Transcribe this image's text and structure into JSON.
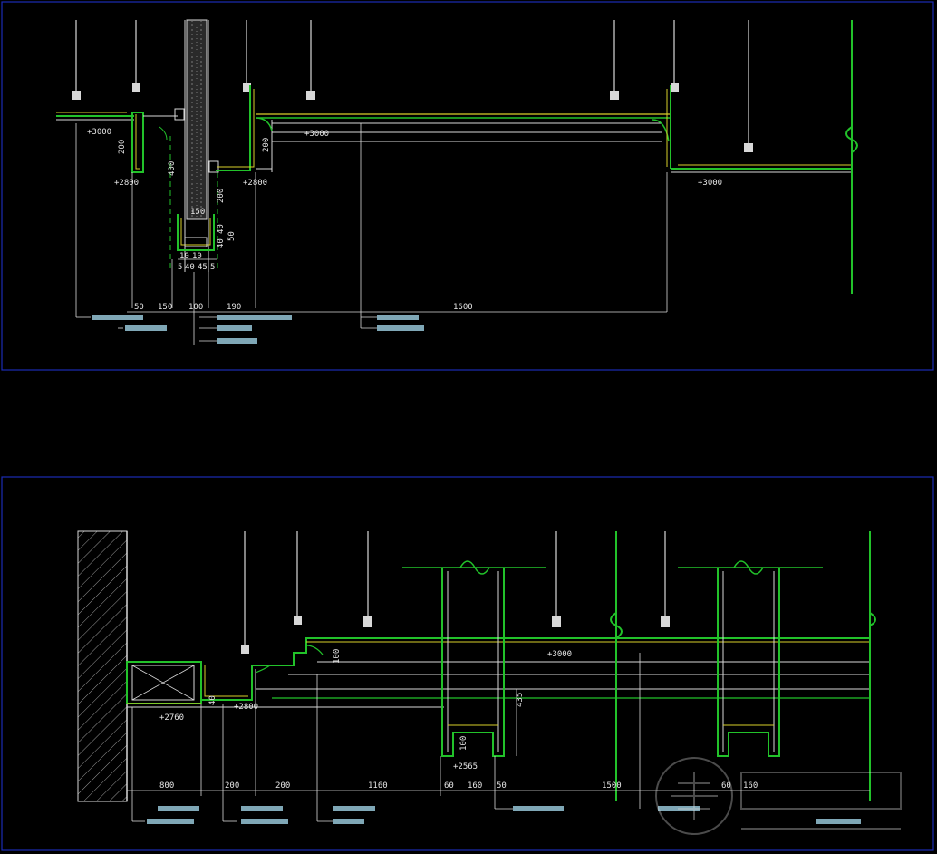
{
  "colors": {
    "background": "#000000",
    "frame": "#1c2cb4",
    "line": "#d8d8d8",
    "structure": "#22c22a",
    "accent": "#d9d02a",
    "label_bar": "#7fa7b6",
    "hatch": "#9a9a9a",
    "text": "#e6e6e6"
  },
  "top_section": {
    "elevations": [
      "+3000",
      "+2800",
      "+2800",
      "+3000",
      "+3000"
    ],
    "dimensions": [
      "200",
      "400",
      "200",
      "200",
      "150",
      "40",
      "40",
      "50",
      "10",
      "10",
      "40",
      "45",
      "5",
      "5",
      "50",
      "150",
      "100",
      "190",
      "1600"
    ]
  },
  "bottom_section": {
    "elevations": [
      "+2760",
      "+2800",
      "+3000",
      "+2565"
    ],
    "dimensions": [
      "40",
      "100",
      "435",
      "100",
      "800",
      "200",
      "200",
      "1160",
      "60",
      "160",
      "50",
      "1500",
      "60",
      "160"
    ]
  }
}
